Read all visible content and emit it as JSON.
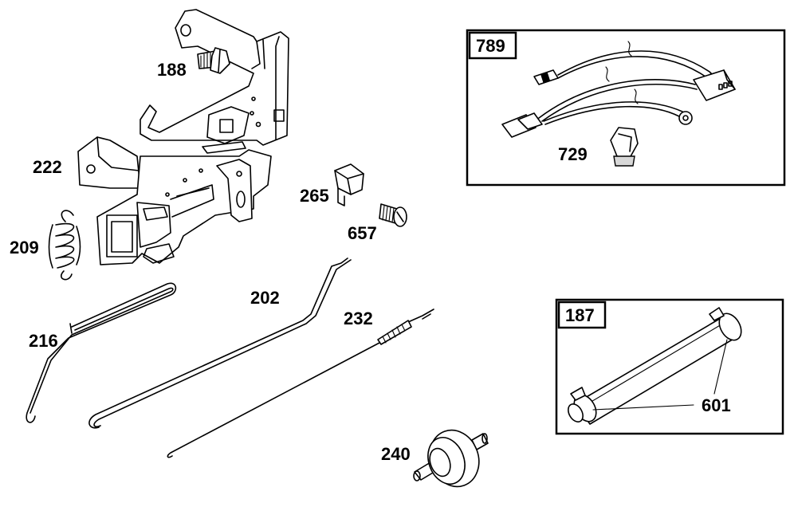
{
  "labels": {
    "p188": "188",
    "p222": "222",
    "p209": "209",
    "p216": "216",
    "p202": "202",
    "p265": "265",
    "p657": "657",
    "p232": "232",
    "p240": "240",
    "p789": "789",
    "p729": "729",
    "p187": "187",
    "p601": "601"
  }
}
